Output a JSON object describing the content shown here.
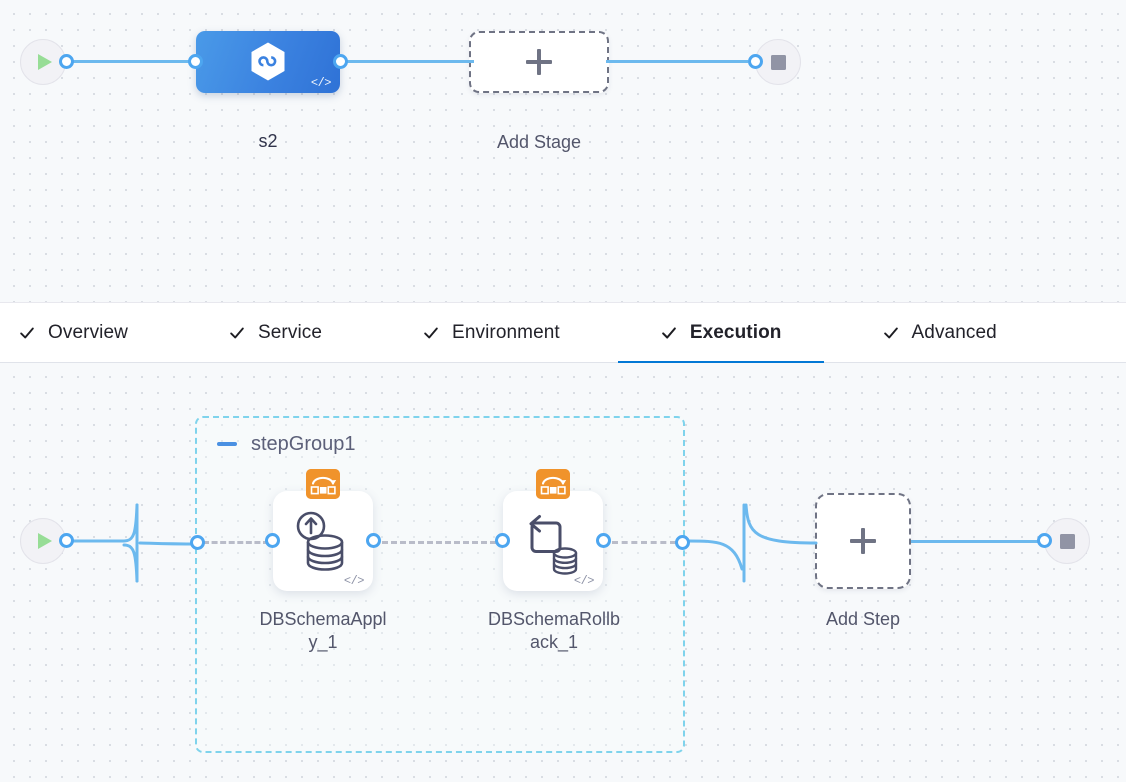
{
  "stage_canvas": {
    "start_node": {
      "name": "pipeline-start",
      "icon": "play-icon"
    },
    "stage": {
      "label": "s2",
      "icon": "deploy-hexagon-infinity-icon",
      "code_badge": "</>"
    },
    "add_stage": {
      "label": "Add Stage",
      "icon": "plus-icon"
    },
    "end_node": {
      "name": "pipeline-end",
      "icon": "stop-icon"
    }
  },
  "tabs": {
    "tick_icon": "check-icon",
    "items": [
      {
        "label": "Overview",
        "active": false
      },
      {
        "label": "Service",
        "active": false
      },
      {
        "label": "Environment",
        "active": false
      },
      {
        "label": "Execution",
        "active": true
      },
      {
        "label": "Advanced",
        "active": false
      }
    ],
    "active_underline_color": "#0278d5"
  },
  "steps_canvas": {
    "start_node": {
      "name": "execution-start",
      "icon": "play-icon"
    },
    "step_group": {
      "title": "stepGroup1",
      "collapse_icon": "minus-icon",
      "border_color": "#7fd3ec",
      "steps": [
        {
          "label": "DBSchemaApply_1",
          "label_display": "DBSchemaAppl\ny_1",
          "icon": "db-schema-apply-icon",
          "badge_icon": "looping-strategy-icon",
          "badge_color": "#f0932b",
          "code_badge": "</>"
        },
        {
          "label": "DBSchemaRollback_1",
          "label_display": "DBSchemaRollb\nack_1",
          "icon": "db-schema-rollback-icon",
          "badge_icon": "looping-strategy-icon",
          "badge_color": "#f0932b",
          "code_badge": "</>"
        }
      ]
    },
    "add_step": {
      "label": "Add Step",
      "icon": "plus-icon"
    },
    "end_node": {
      "name": "execution-end",
      "icon": "stop-icon"
    }
  },
  "theme": {
    "edge_color": "#6cb9ee",
    "port_color": "#4da6f0",
    "canvas_bg": "#f7f9fb",
    "stage_gradient_from": "#4a9ae8",
    "stage_gradient_to": "#2f72d6"
  }
}
